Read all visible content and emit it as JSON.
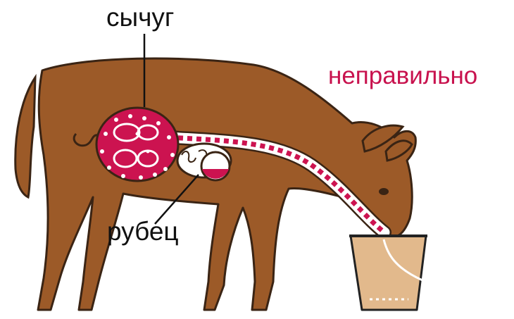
{
  "labels": {
    "abomasum": "сычуг",
    "rumen": "рубец",
    "verdict": "неправильно"
  },
  "colors": {
    "calf_body": "#9c5a28",
    "calf_outline": "#3a2414",
    "abomasum_fill": "#cc1350",
    "milk_path": "#ffffff",
    "milk_dots": "#cc1350",
    "bucket_fill": "#e2b98c",
    "bucket_outline": "#222222",
    "verdict_text": "#c8124e",
    "label_text": "#111111"
  },
  "icons": {
    "animal": "calf-drinking-icon",
    "container": "bucket-icon"
  }
}
